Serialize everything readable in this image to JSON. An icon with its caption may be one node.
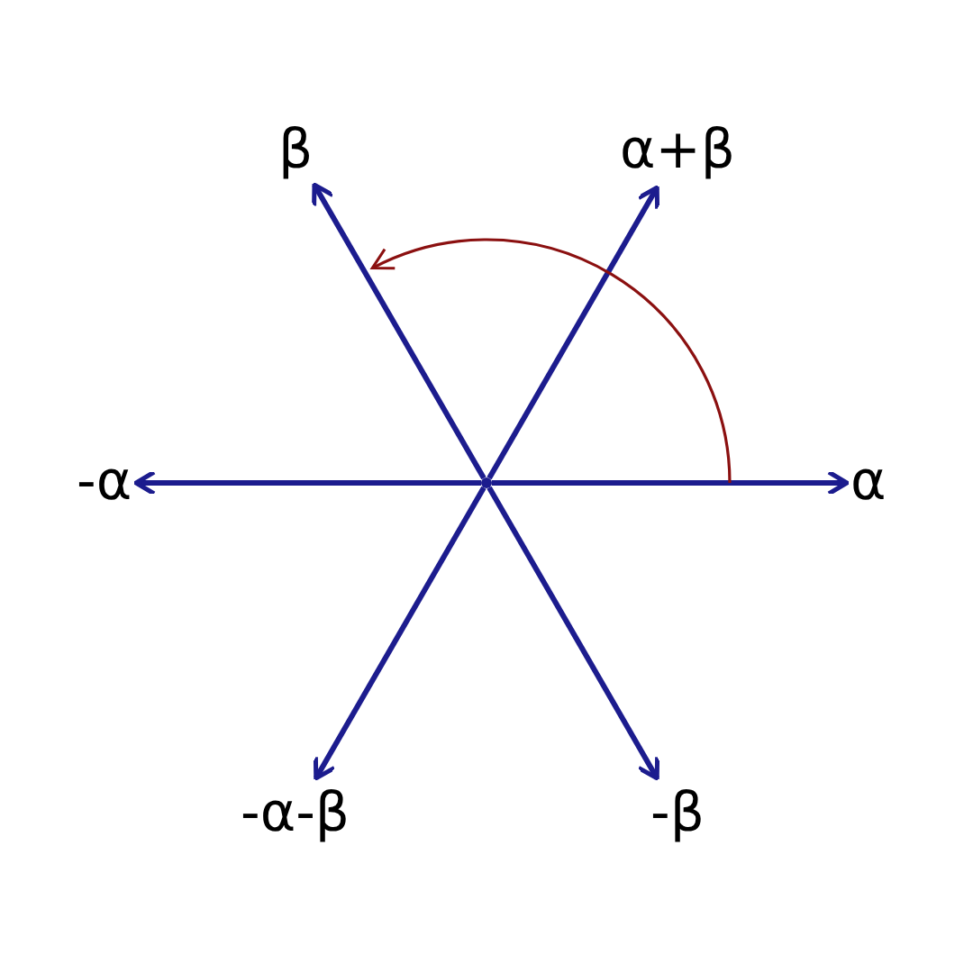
{
  "diagram": {
    "nodes": [
      {
        "text": [],
        "shape": "point"
      },
      {
        "text": [
          "β"
        ]
      },
      {
        "text": [
          "α+β"
        ]
      },
      {
        "text": [
          "-α"
        ]
      },
      {
        "text": [
          "α"
        ]
      },
      {
        "text": [
          "-α-β"
        ]
      },
      {
        "text": [
          "-β"
        ]
      }
    ],
    "edges": [
      {
        "from": 0,
        "to": 1,
        "arrow": "to"
      },
      {
        "from": 0,
        "to": 2,
        "arrow": "to"
      },
      {
        "from": 0,
        "to": 3,
        "arrow": "to"
      },
      {
        "from": 0,
        "to": 4,
        "arrow": "to"
      },
      {
        "from": 0,
        "to": 5,
        "arrow": "to"
      },
      {
        "from": 0,
        "to": 6,
        "arrow": "to"
      }
    ]
  }
}
